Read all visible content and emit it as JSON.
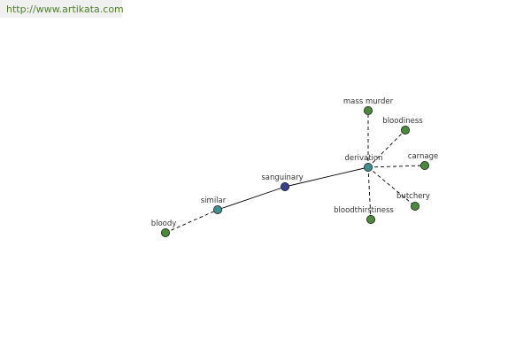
{
  "header": {
    "url": "http://www.artikata.com"
  },
  "colors": {
    "url_text": "#4f7f2a",
    "leaf_node": "#4a8a3a",
    "relation_node": "#3f8f8f",
    "root_node": "#3a3f8f",
    "edge": "#000000"
  },
  "graph": {
    "nodes": [
      {
        "id": "bloody",
        "label": "bloody",
        "kind": "leaf"
      },
      {
        "id": "similar",
        "label": "similar",
        "kind": "relation"
      },
      {
        "id": "sanguinary",
        "label": "sanguinary",
        "kind": "root"
      },
      {
        "id": "derivation",
        "label": "derivation",
        "kind": "relation"
      },
      {
        "id": "mass-murder",
        "label": "mass murder",
        "kind": "leaf"
      },
      {
        "id": "bloodiness",
        "label": "bloodiness",
        "kind": "leaf"
      },
      {
        "id": "carnage",
        "label": "carnage",
        "kind": "leaf"
      },
      {
        "id": "butchery",
        "label": "butchery",
        "kind": "leaf"
      },
      {
        "id": "bloodthirstiness",
        "label": "bloodthirstiness",
        "kind": "leaf"
      }
    ],
    "edges": [
      {
        "from": "bloody",
        "to": "similar",
        "style": "dashed"
      },
      {
        "from": "similar",
        "to": "sanguinary",
        "style": "solid"
      },
      {
        "from": "sanguinary",
        "to": "derivation",
        "style": "solid"
      },
      {
        "from": "derivation",
        "to": "mass-murder",
        "style": "dashed"
      },
      {
        "from": "derivation",
        "to": "bloodiness",
        "style": "dashed"
      },
      {
        "from": "derivation",
        "to": "carnage",
        "style": "dashed"
      },
      {
        "from": "derivation",
        "to": "butchery",
        "style": "dashed"
      },
      {
        "from": "derivation",
        "to": "bloodthirstiness",
        "style": "dashed"
      }
    ]
  }
}
